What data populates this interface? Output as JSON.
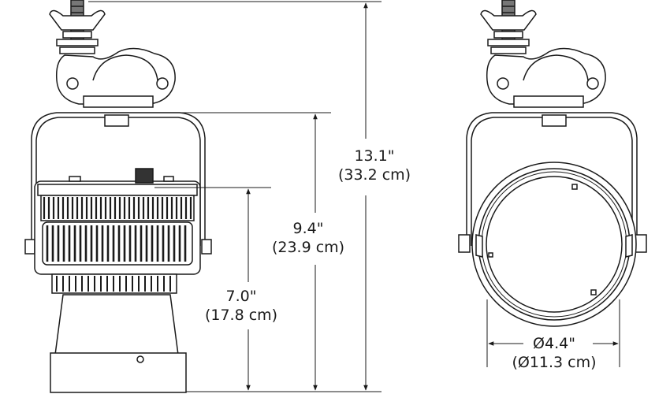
{
  "dimensions": {
    "total_height": {
      "imperial": "13.1\"",
      "metric": "(33.2 cm)"
    },
    "fixture_height": {
      "imperial": "9.4\"",
      "metric": "(23.9 cm)"
    },
    "body_height": {
      "imperial": "7.0\"",
      "metric": "(17.8 cm)"
    },
    "diameter": {
      "imperial": "Ø4.4\"",
      "metric": "(Ø11.3 cm)"
    }
  },
  "colors": {
    "line": "#1a1a1a",
    "fill": "#ffffff"
  }
}
